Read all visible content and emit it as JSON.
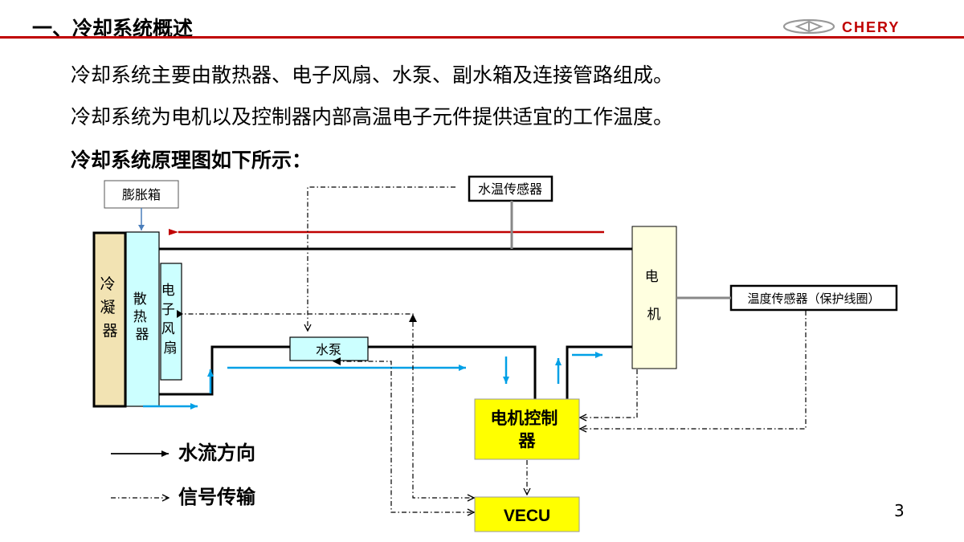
{
  "header": {
    "title": "一、冷却系统概述",
    "brand": "CHERY"
  },
  "body": {
    "line1": "冷却系统主要由散热器、电子风扇、水泵、副水箱及连接管路组成。",
    "line2": "冷却系统为电机以及控制器内部高温电子元件提供适宜的工作温度。",
    "line3": "冷却系统原理图如下所示："
  },
  "diagram": {
    "expansion_tank": "膨胀箱",
    "condenser": "冷凝器",
    "radiator": "散热器",
    "fan": "电子风扇",
    "pump": "水泵",
    "motor": "电机",
    "water_temp_sensor": "水温传感器",
    "temp_sensor": "温度传感器（保护线圈）",
    "controller": [
      "电机控制",
      "器"
    ],
    "vecu": "VECU"
  },
  "legend": {
    "water_flow": "水流方向",
    "signal": "信号传输"
  },
  "colors": {
    "accent_red": "#c00000",
    "flow_blue": "#00a0e6",
    "highlight_yellow": "#ffff00",
    "condenser_fill": "#f2e3b3",
    "radiator_fill": "#ccffff"
  },
  "page_number": "3"
}
